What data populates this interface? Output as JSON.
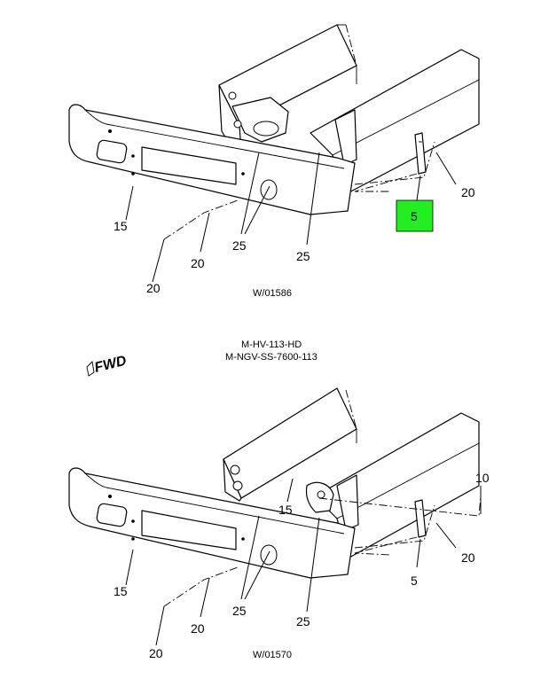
{
  "top": {
    "caption": "W/01586",
    "callouts": [
      {
        "id": "15",
        "label": "15"
      },
      {
        "id": "20a",
        "label": "20"
      },
      {
        "id": "20b",
        "label": "20"
      },
      {
        "id": "20c",
        "label": "20"
      },
      {
        "id": "25a",
        "label": "25"
      },
      {
        "id": "25b",
        "label": "25"
      },
      {
        "id": "5",
        "label": "5",
        "highlighted": true
      }
    ]
  },
  "fwd": "FWD",
  "model_codes": [
    "M-HV-113-HD",
    "M-NGV-SS-7600-113"
  ],
  "bottom": {
    "caption": "W/01570",
    "callouts": [
      {
        "id": "15a",
        "label": "15"
      },
      {
        "id": "15b",
        "label": "15"
      },
      {
        "id": "10",
        "label": "10"
      },
      {
        "id": "20a",
        "label": "20"
      },
      {
        "id": "20b",
        "label": "20"
      },
      {
        "id": "20c",
        "label": "20"
      },
      {
        "id": "25a",
        "label": "25"
      },
      {
        "id": "25b",
        "label": "25"
      },
      {
        "id": "5",
        "label": "5"
      }
    ]
  },
  "colors": {
    "highlight": "#22ee22",
    "line": "#000000"
  }
}
